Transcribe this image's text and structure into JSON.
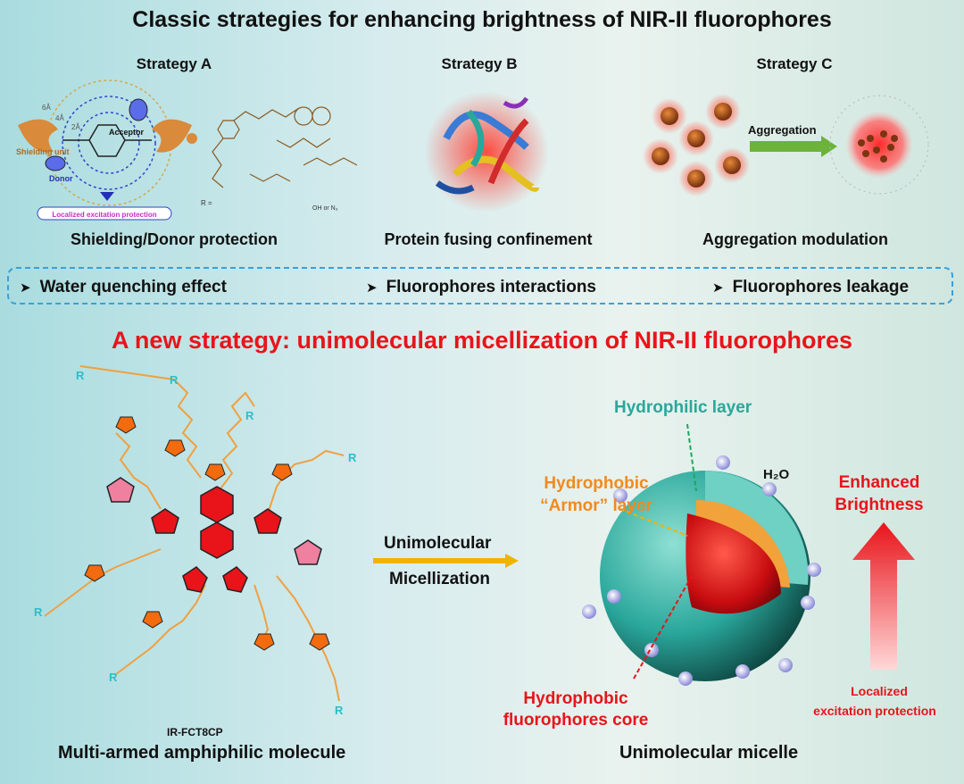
{
  "title": "Classic strategies for enhancing brightness of NIR-II fluorophores",
  "strategies": [
    {
      "title": "Strategy A",
      "caption": "Shielding/Donor protection"
    },
    {
      "title": "Strategy B",
      "caption": "Protein fusing confinement"
    },
    {
      "title": "Strategy C",
      "caption": "Aggregation modulation"
    }
  ],
  "strategy_a": {
    "shielding_label": "Shielding unit",
    "donor_label": "Donor",
    "acceptor_label": "Acceptor",
    "localized_label": "Localized  excitation protection",
    "ring_labels": [
      "6Å",
      "4Å",
      "2Å"
    ],
    "r_label": "R =",
    "oh_label": "OH or N₃"
  },
  "strategy_c": {
    "aggregation_label": "Aggregation"
  },
  "problems": [
    "Water quenching effect",
    "Fluorophores interactions",
    "Fluorophores leakage"
  ],
  "new_title": "A new strategy: unimolecular micellization of NIR-II fluorophores",
  "molecule": {
    "name": "IR-FCT8CP",
    "caption": "Multi-armed amphiphilic molecule",
    "r_label": "R",
    "r_def": "R="
  },
  "process": {
    "line1": "Unimolecular",
    "line2": "Micellization"
  },
  "micelle": {
    "caption": "Unimolecular micelle",
    "hydrophilic": "Hydrophilic layer",
    "hydrophobic_line1": "Hydrophobic",
    "hydrophobic_line2": "“Armor” layer",
    "core_line1": "Hydrophobic",
    "core_line2": "fluorophores core",
    "water": "H₂O"
  },
  "brightness": {
    "line1": "Enhanced",
    "line2": "Brightness",
    "protect1": "Localized",
    "protect2": "excitation protection"
  },
  "colors": {
    "red": "#e8141a",
    "teal": "#2aa79b",
    "orange": "#f28a1e",
    "blue_dash": "#3aa0d8"
  }
}
